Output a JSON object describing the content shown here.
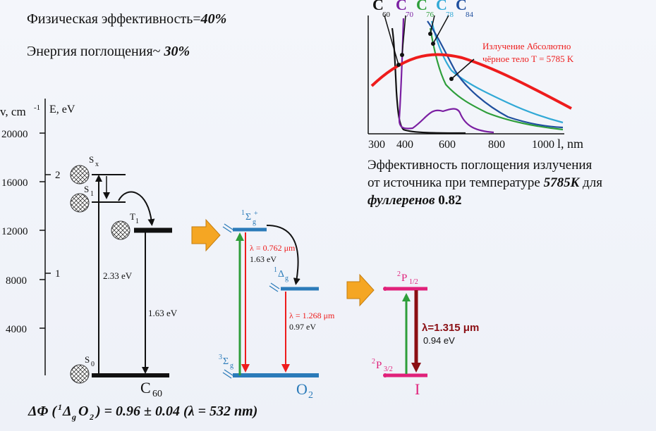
{
  "header": {
    "line1_label": "Физическая эффективность=",
    "line1_value": "40%",
    "line2_label": "Энергия поглощения~ ",
    "line2_value": "30%"
  },
  "spectrum": {
    "curve_labels": [
      {
        "letter": "C",
        "sub": "60",
        "color": "#111111"
      },
      {
        "letter": "C",
        "sub": "70",
        "color": "#7b1fa2"
      },
      {
        "letter": "C",
        "sub": "76",
        "color": "#2e9e3a"
      },
      {
        "letter": "C",
        "sub": "78",
        "color": "#31a9d6"
      },
      {
        "letter": "C",
        "sub": "84",
        "color": "#1f4f9e"
      }
    ],
    "blackbody_label_line1": "Излучение Абсолютно",
    "blackbody_label_line2": "чёрное тело T = 5785 K",
    "x_ticks": [
      "300",
      "400",
      "600",
      "800",
      "1000"
    ],
    "x_unit": "l, nm"
  },
  "caption": {
    "line1": "Эффективность поглощения излучения",
    "line2_a": "от источника при температуре ",
    "line2_b": "5785K",
    "line2_c": " для",
    "line3_a": "фуллеренов",
    "line3_b": " 0.82"
  },
  "energy_axes": {
    "left_label": "v, cm",
    "left_exp": "-1",
    "right_label": "E, eV",
    "cm_ticks": [
      "20000",
      "16000",
      "12000",
      "8000",
      "4000"
    ],
    "ev_ticks": [
      "2",
      "1"
    ]
  },
  "c60": {
    "levels": {
      "s0": "S",
      "s0_sub": "0",
      "s1": "S",
      "s1_sub": "1",
      "sx": "S",
      "sx_sub": "x",
      "t1": "T",
      "t1_sub": "1"
    },
    "transition_abs": "2.33 eV",
    "transition_t1": "1.63 eV",
    "name": "C",
    "name_sub": "60"
  },
  "o2": {
    "upper_pre": "1",
    "upper_main": "Σ",
    "upper_sub": "g",
    "upper_sup": "+",
    "mid_pre": "1",
    "mid_main": "Δ",
    "mid_sub": "g",
    "ground_pre": "3",
    "ground_main": "Σ",
    "ground_sub": "g",
    "lambda1": "λ = 0.762   μm",
    "energy1": "1.63 eV",
    "lambda2": "λ = 1.268   μm",
    "energy2": "0.97 eV",
    "name": "O",
    "name_sub": "2"
  },
  "iodine": {
    "upper_pre": "2",
    "upper_main": "P",
    "upper_sub": "1/2",
    "ground_pre": "2",
    "ground_main": "P",
    "ground_sub": "3/2",
    "lambda": "λ=1.315 μm",
    "energy": "0.94 eV",
    "name": "I"
  },
  "formula": {
    "prefix": "ΔΦ (",
    "sup1": "1",
    "delta": "Δ",
    "sub_g": "g",
    "o": "O",
    "sub_2": "2",
    "suffix": ") = 0.96 ± 0.04 (λ = 532 nm)"
  },
  "colors": {
    "level_blue": "#2b7bb9",
    "iodine_magenta": "#e0217a",
    "arrow_green": "#2e9e3a",
    "arrow_red": "#ee1c1c",
    "arrow_darkred": "#8b0f14",
    "blackbody_red": "#ee1c1c",
    "orange_arrow": "#f5a623"
  }
}
